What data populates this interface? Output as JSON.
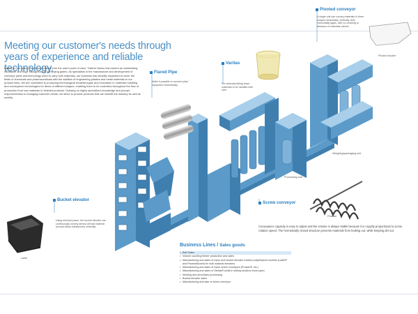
{
  "headline": "Meeting our customer's needs through years of experience and reliable technology.",
  "intro": "Based on our policy \"Superior products from the user's point of view,\" Daiichi Hanso has earned an outstanding reputation and huge background in conveying grains. As specialists in the manufacture and development of conveyor parts and technology used to carry bulk materials, our business has steadily expanded to cover the fields of chemicals and pharmaceuticals with the addition of engineering plastics and metal materials to our product lines. We are committed to producing technological breakthroughs and innovation in materials handling and conveyance technologies for items of different shapes, enabling them to be controlled throughout the flow of production from raw materials to finished products. Drawing on highly specialized knowledge and prompt responsiveness to changing customer needs, we strive to provide products that can benefit the industry as well as society.",
  "callouts": {
    "flared_pipe": "Flared Pipe",
    "varitas": "Varitas",
    "pivoted_conveyor": "Pivoted conveyor",
    "bucket_elevator": "Bucket elevator",
    "screw_conveyor": "Screw conveyor"
  },
  "notes": {
    "flared_pipe": "Make it possible to connect plant equipment hermetically.",
    "varitas": "For vertically falling down materials to be handled with care.",
    "pivoted_conveyor": "A single unit can convey materials in three shapes horizontally, vertically, then horizontally again, with no crushing or abrasion of materials carried.",
    "bucket_elevator": "Using minimal power, the bucket elevator can continuously convey almost all bulk material (except sticky substances) vertically."
  },
  "captions": {
    "pivoted_bucket": "Pivoted bucket",
    "weighing": "Weighing/packaging unit",
    "processing": "Processing unit",
    "bucket": "Ladle",
    "screw": "Prosido"
  },
  "conveyor_text": "Conveyance capacity is easy to adjust and the volume is always stable because it is roughly proportional to screw rotation speed. The hermetically closed structure prevents materials from leaking out, while keeping dirt out.",
  "business": {
    "title_main": "Business Lines",
    "title_sep": " / ",
    "title_sub": "Sales goods",
    "items": [
      "Belt Sales",
      "Volume counting feeder production and sales",
      "Manufacturing and sales of nylon and bucket elevator molded polyethylene buckets (Ladle® and PivotedBucket) for bulk material elevators",
      "Manufacturing and sales of nylon screw conveyors (Prosido®, etc.)",
      "Manufacturing and sales of Varitas® (built-in sliding sections chute pipe)",
      "Molding and secondary processing",
      "Bucket elevator sales",
      "Manufacturing and sale of screw conveyor"
    ]
  },
  "colors": {
    "accent": "#2a7fc0",
    "machine_face": "#5c9bc9",
    "machine_side": "#3f7fb0",
    "machine_top": "#a9cfea"
  }
}
